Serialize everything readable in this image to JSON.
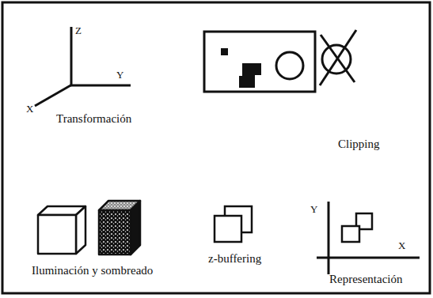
{
  "diagram": {
    "labels": [
      "Z",
      "Y",
      "X",
      "Transformación",
      "Clipping",
      "Iluminación y sombreado",
      "z-buffering",
      "Y",
      "X",
      "Representación"
    ]
  }
}
